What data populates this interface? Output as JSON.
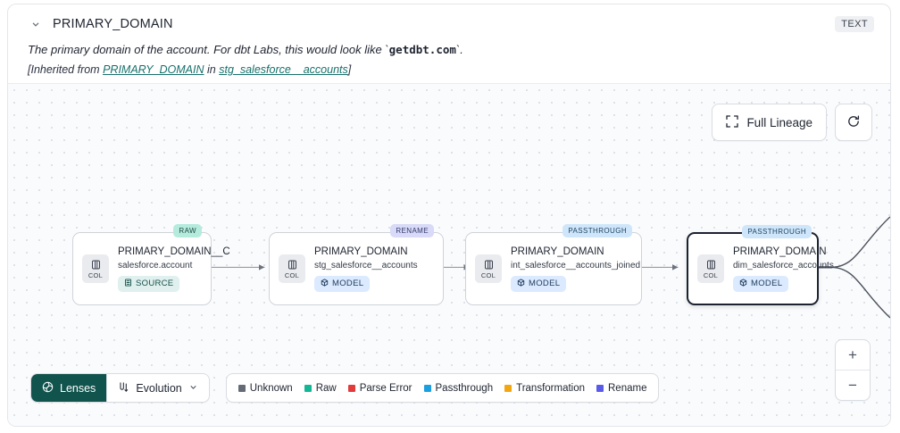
{
  "header": {
    "chevron_icon": "chevron-down-icon",
    "title": "PRIMARY_DOMAIN",
    "type_badge": "TEXT",
    "description_prefix": "The primary domain of the account. For dbt Labs, this would look like `",
    "description_code": "getdbt.com",
    "description_suffix": "`.",
    "inherited_prefix": "[Inherited from ",
    "inherited_link": "PRIMARY_DOMAIN",
    "inherited_middle": " in ",
    "inherited_source": "stg_salesforce__accounts",
    "inherited_suffix": "]"
  },
  "canvas": {
    "full_lineage_label": "Full Lineage",
    "full_lineage_icon": "expand-corners-icon",
    "refresh_icon": "refresh-icon",
    "zoom_in_label": "+",
    "zoom_out_label": "−"
  },
  "nodes": [
    {
      "tag": "RAW",
      "tag_style": "tag-raw",
      "col_label": "COL",
      "col_icon": "column-icon",
      "title": "PRIMARY_DOMAIN__C",
      "subtitle": "salesforce.account",
      "kind": "SOURCE",
      "kind_icon": "database-icon",
      "kind_style": "kind-source"
    },
    {
      "tag": "RENAME",
      "tag_style": "tag-rename",
      "col_label": "COL",
      "col_icon": "column-icon",
      "title": "PRIMARY_DOMAIN",
      "subtitle": "stg_salesforce__accounts",
      "kind": "MODEL",
      "kind_icon": "cube-icon",
      "kind_style": "kind-model"
    },
    {
      "tag": "PASSTHROUGH",
      "tag_style": "tag-passthrough",
      "col_label": "COL",
      "col_icon": "column-icon",
      "title": "PRIMARY_DOMAIN",
      "subtitle": "int_salesforce__accounts_joined",
      "kind": "MODEL",
      "kind_icon": "cube-icon",
      "kind_style": "kind-model"
    },
    {
      "tag": "PASSTHROUGH",
      "tag_style": "tag-passthrough",
      "col_label": "COL",
      "col_icon": "column-icon",
      "title": "PRIMARY_DOMAIN",
      "subtitle": "dim_salesforce_accounts",
      "kind": "MODEL",
      "kind_icon": "cube-icon",
      "kind_style": "kind-model"
    }
  ],
  "toolbar": {
    "lenses_label": "Lenses",
    "lenses_icon": "lens-icon",
    "evolution_label": "Evolution",
    "evolution_icon": "evolution-icon",
    "evolution_chevron": "chevron-down-icon"
  },
  "legend": [
    {
      "label": "Unknown",
      "color": "#646b77"
    },
    {
      "label": "Raw",
      "color": "#13b795"
    },
    {
      "label": "Parse Error",
      "color": "#e13b3b"
    },
    {
      "label": "Passthrough",
      "color": "#1b9fe0"
    },
    {
      "label": "Transformation",
      "color": "#f2a712"
    },
    {
      "label": "Rename",
      "color": "#5b5bea"
    }
  ]
}
